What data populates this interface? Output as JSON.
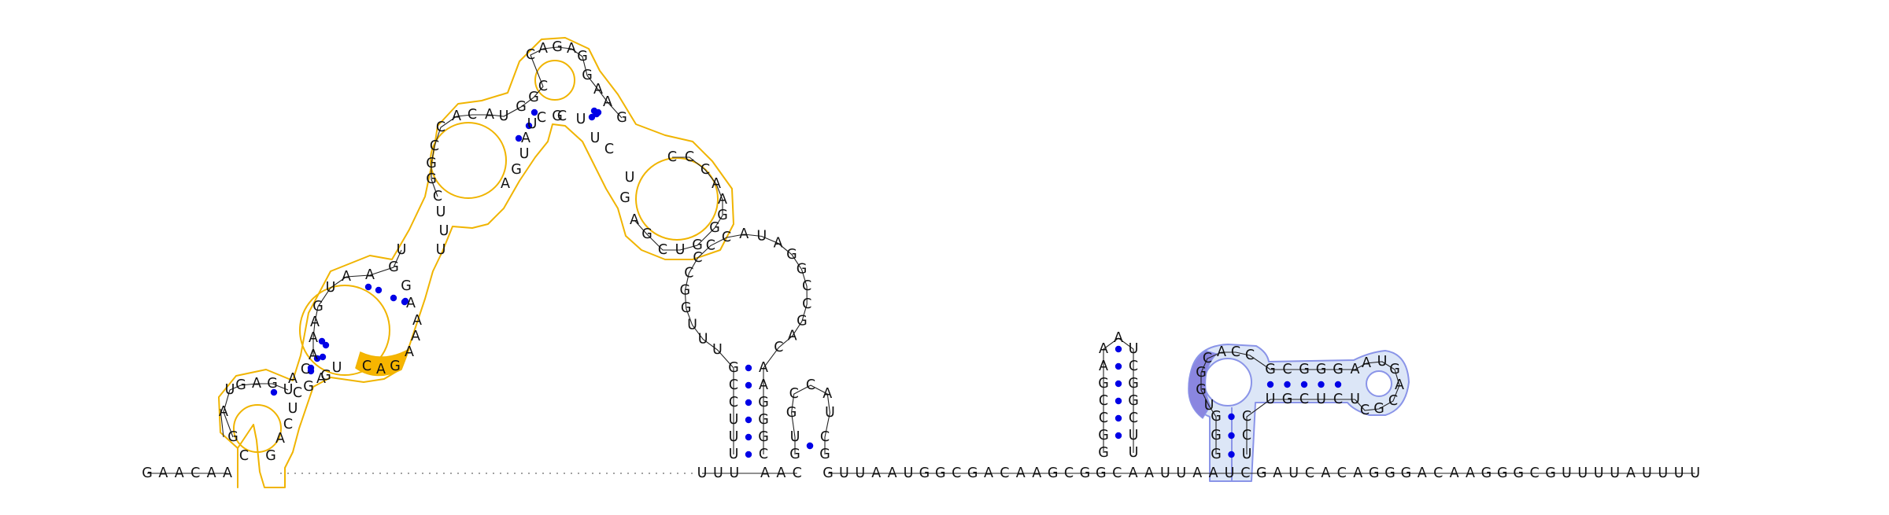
{
  "colors": {
    "domain_orange_stroke": "#f0b400",
    "domain_orange_fill": "#f7b500",
    "domain_blue_stroke": "#8a94e8",
    "domain_blue_fill": "#dce6f7",
    "domain_blue_highlight": "#8a86e0",
    "base_pair_dot": "#0000e6",
    "nucleotide_text": "#111111",
    "background": "#ffffff"
  },
  "diagram": {
    "type": "rna-secondary-structure",
    "leader_5prime": "GAACAA",
    "tail_3prime": "GUUAAUGGCGACAAGCGGCAAUUAAUCGAUCACAGGGACAAGGGCGUUUUAUUUU",
    "linker_after_orange": "UUU",
    "linker_before_tail": "AAC",
    "orange_domain": {
      "stem1_5prime": "C",
      "stem1_3prime": "G",
      "loop1_5prime": "GAUG",
      "loop1_3prime": "AGU",
      "inner_5prime": "AC",
      "inner_3prime": "ACUC",
      "stem2_5prime": "AAAG",
      "stem2_3prime": "GUAG",
      "highlight": "CAG",
      "stem3_5prime": "UAAGU",
      "stem3_3prime": "AAAAG",
      "ml_loop": "CGGCCACAU",
      "stem4_5prime": "GGC",
      "stem4_3prime": "AUGA",
      "hairpin": "CAGAG",
      "stem5_5prime": "GAAG",
      "stem5_3prime": "CUUC",
      "right_loop": "CCCAAG",
      "junction": "GGUCGA",
      "side": "UGGCUUUU"
    },
    "middle_stem": {
      "left_arm": "UUUCCG",
      "right_arm": "AAGGGC",
      "hairpin_loop": "UUUGGCCCCAUAGGCCGAC"
    },
    "small_hairpin": {
      "left": "GU",
      "right": "CG",
      "loop": "GCCAU"
    },
    "right_stem": {
      "left_arm": "GGCCGAA",
      "right_arm": "UCGGCUU",
      "loop": "A"
    },
    "blue_domain": {
      "stem_left": "GGG",
      "stem_right": "CCU",
      "highlight": "UGGC",
      "loop_top": "ACC",
      "upper_arm": "GCGGGA",
      "lower_arm": "UGCUCU",
      "hairpin_loop": "AUGACGC"
    }
  }
}
